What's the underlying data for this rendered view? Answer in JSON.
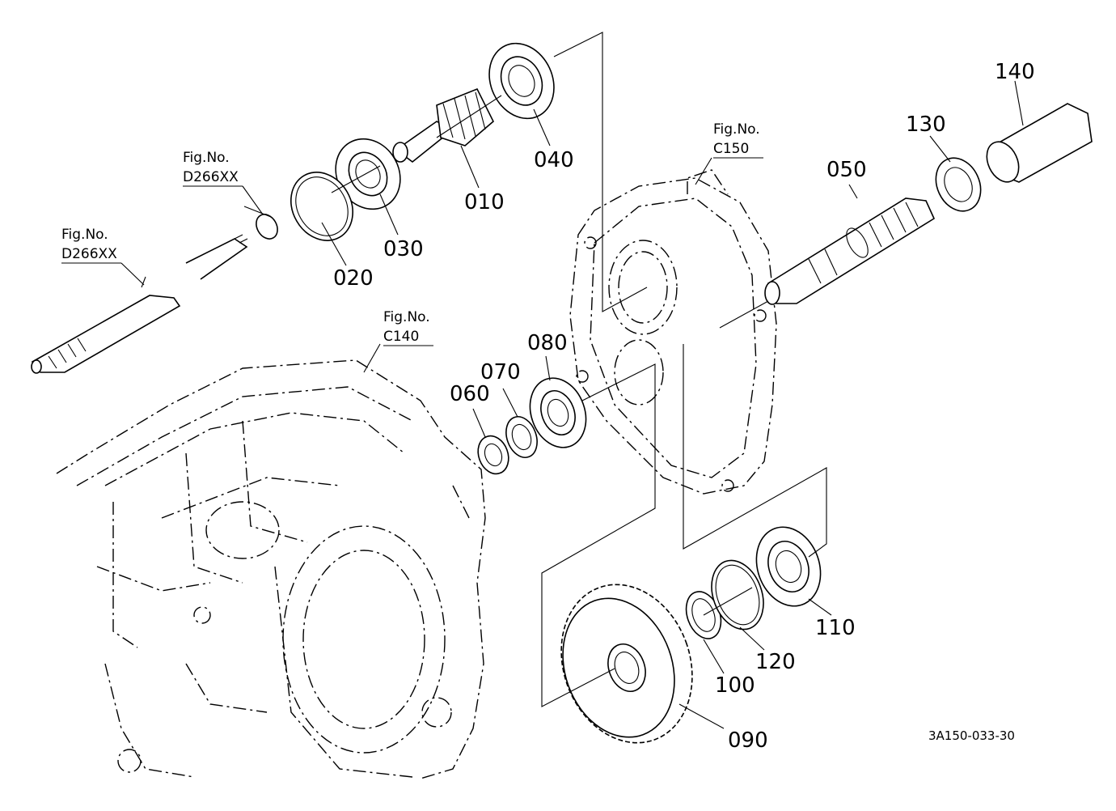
{
  "figure_refs": {
    "d266_upper": {
      "label": "Fig.No.",
      "code": "D266XX"
    },
    "d266_lower": {
      "label": "Fig.No.",
      "code": "D266XX"
    },
    "c140": {
      "label": "Fig.No.",
      "code": "C140"
    },
    "c150": {
      "label": "Fig.No.",
      "code": "C150"
    }
  },
  "part_numbers": {
    "p010": "010",
    "p020": "020",
    "p030": "030",
    "p040": "040",
    "p050": "050",
    "p060": "060",
    "p070": "070",
    "p080": "080",
    "p090": "090",
    "p100": "100",
    "p110": "110",
    "p120": "120",
    "p130": "130",
    "p140": "140"
  },
  "drawing_code": "3A150-033-30"
}
